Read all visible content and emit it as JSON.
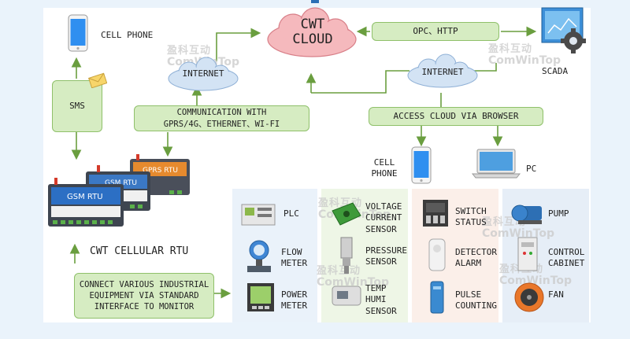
{
  "cloud_main": {
    "line1": "CWT",
    "line2": "CLOUD"
  },
  "internet_left": "INTERNET",
  "internet_right": "INTERNET",
  "cell_phone_top": "CELL PHONE",
  "sms": "SMS",
  "communication": {
    "line1": "COMMUNICATION WITH",
    "line2": "GPRS/4G、ETHERNET、WI-FI"
  },
  "opc_http": "OPC、HTTP",
  "scada": "SCADA",
  "access_cloud": "ACCESS CLOUD VIA BROWSER",
  "cell_phone_right": {
    "line1": "CELL",
    "line2": "PHONE"
  },
  "pc": "PC",
  "rtu_label": "CWT CELLULAR RTU",
  "connect_box": {
    "line1": "CONNECT VARIOUS INDUSTRIAL",
    "line2": "EQUIPMENT VIA STANDARD",
    "line3": "INTERFACE TO MONITOR"
  },
  "rtu_devices": [
    "GSM RTU",
    "GPRS RTU",
    "GSM RTU"
  ],
  "watermark": {
    "cn": "盈科互动",
    "en": "ComWinTop"
  },
  "equipment": {
    "col1": [
      {
        "line1": "PLC",
        "line2": ""
      },
      {
        "line1": "FLOW",
        "line2": "METER"
      },
      {
        "line1": "POWER",
        "line2": "METER"
      }
    ],
    "col2": [
      {
        "line1": "VOLTAGE",
        "line2": "CURRENT",
        "line3": "SENSOR"
      },
      {
        "line1": "PRESSURE",
        "line2": "SENSOR",
        "line3": ""
      },
      {
        "line1": "TEMP",
        "line2": "HUMI",
        "line3": "SENSOR"
      }
    ],
    "col3": [
      {
        "line1": "SWITCH",
        "line2": "STATUS"
      },
      {
        "line1": "DETECTOR",
        "line2": "ALARM"
      },
      {
        "line1": "PULSE",
        "line2": "COUNTING"
      }
    ],
    "col4": [
      {
        "line1": "PUMP",
        "line2": ""
      },
      {
        "line1": "CONTROL",
        "line2": "CABINET"
      },
      {
        "line1": "FAN",
        "line2": ""
      }
    ]
  },
  "colors": {
    "green_fill": "#d6ecc2",
    "green_border": "#8fc06a",
    "arrow": "#6a9e3f",
    "cloud_red": "#f3b3b8",
    "cloud_blue": "#cfe0f3"
  }
}
